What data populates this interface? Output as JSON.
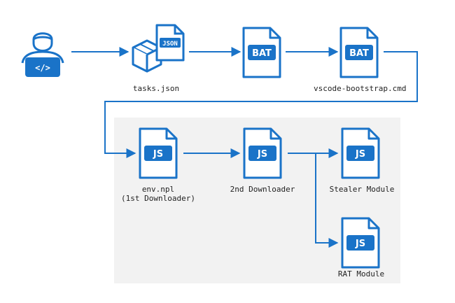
{
  "nodes": {
    "tasks": {
      "badge": "JSON",
      "label": "tasks.json"
    },
    "bat1": {
      "badge": "BAT"
    },
    "bat2": {
      "badge": "BAT",
      "label": "vscode-bootstrap.cmd"
    },
    "env": {
      "badge": "JS",
      "label_line1": "env.npl",
      "label_line2": "(1st Downloader)"
    },
    "dl2": {
      "badge": "JS",
      "label": "2nd Downloader"
    },
    "stealer": {
      "badge": "JS",
      "label": "Stealer Module"
    },
    "rat": {
      "badge": "JS",
      "label": "RAT Module"
    }
  },
  "colors": {
    "accent": "#1a73c8",
    "panel": "#f2f2f2",
    "text": "#1f1f1f"
  },
  "icons": [
    "developer-icon",
    "package-box-icon",
    "json-file-icon",
    "bat-file-icon",
    "js-file-icon"
  ]
}
